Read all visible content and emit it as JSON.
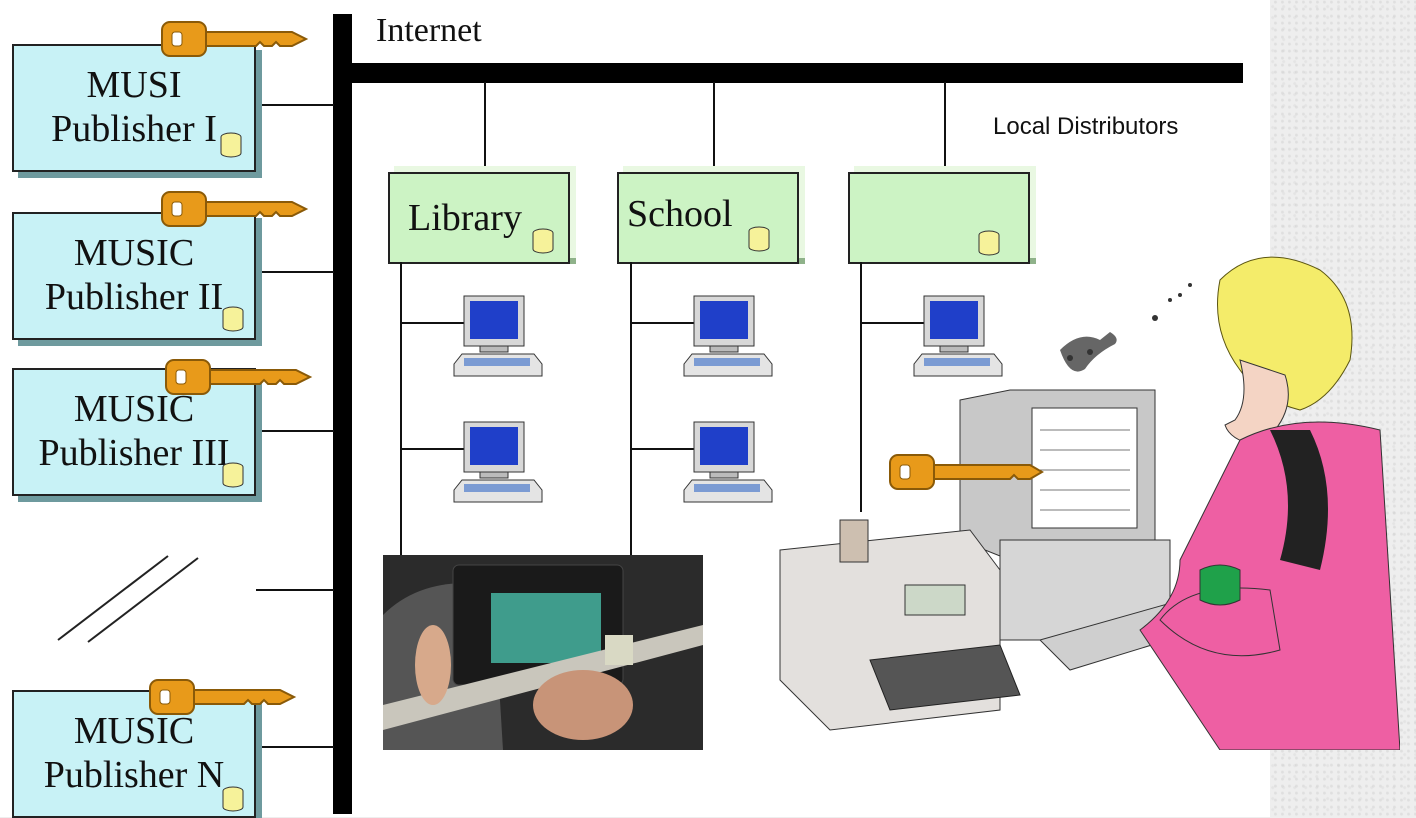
{
  "labels": {
    "internet": "Internet",
    "local_distributors": "Local Distributors"
  },
  "publishers": [
    {
      "line1": "MUSI",
      "line2": "Publisher I"
    },
    {
      "line1": "MUSIC",
      "line2": "Publisher II"
    },
    {
      "line1": "MUSIC",
      "line2": "Publisher III"
    },
    {
      "line1": "MUSIC",
      "line2": "Publisher N"
    }
  ],
  "distributors": [
    {
      "label": "Library"
    },
    {
      "label": "School"
    },
    {
      "label": ""
    }
  ],
  "colors": {
    "publisher_fill": "#c8f2f6",
    "distributor_fill": "#ccf3c4",
    "key": "#e89a1a",
    "monitor_screen": "#1f3fc9",
    "bus": "#000000"
  },
  "icons": [
    "key-icon",
    "database-icon",
    "computer-icon",
    "printer-icon",
    "woman-at-computer-illustration",
    "flute-player-photo"
  ]
}
